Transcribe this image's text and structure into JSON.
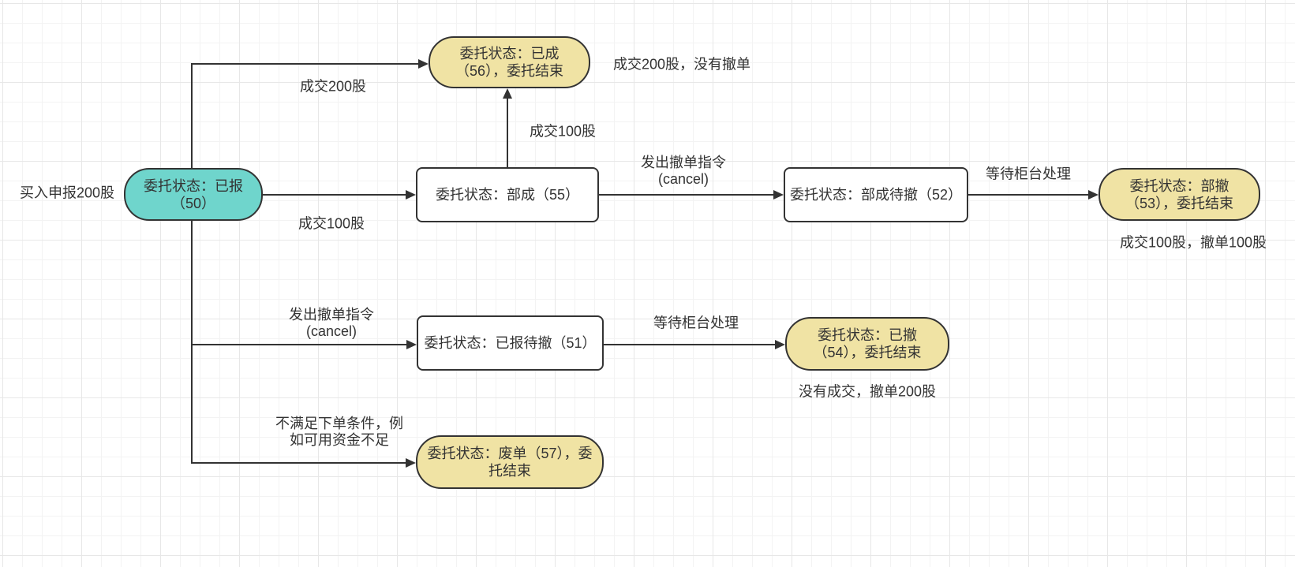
{
  "diagram": {
    "nodes": {
      "reported": {
        "label": "委托状态：已报\n（50）"
      },
      "filled": {
        "label": "委托状态：已成\n（56），委托结束"
      },
      "partial_fill": {
        "label": "委托状态：部成（55）"
      },
      "partial_pending_cancel": {
        "label": "委托状态：部成待撤（52）"
      },
      "partial_cancelled": {
        "label": "委托状态：部撤\n（53），委托结束"
      },
      "reported_pending_cancel": {
        "label": "委托状态：已报待撤（51）"
      },
      "cancelled": {
        "label": "委托状态：已撤\n（54），委托结束"
      },
      "invalid_order": {
        "label": "委托状态：废单（57），委托结束"
      }
    },
    "edge_labels": {
      "buy_declare": "买入申报200股",
      "deal_200": "成交200股",
      "deal_100_right": "成交100股",
      "deal_100_up": "成交100股",
      "cancel_cmd_1": "发出撤单指令\n(cancel)",
      "wait_counter_1": "等待柜台处理",
      "cancel_cmd_2": "发出撤单指令\n(cancel)",
      "wait_counter_2": "等待柜台处理",
      "reject_reason": "不满足下单条件，例\n如可用资金不足"
    },
    "captions": {
      "filled_note": "成交200股，没有撤单",
      "partial_cancel_note": "成交100股，撤单100股",
      "cancelled_note": "没有成交，撤单200股"
    },
    "colors": {
      "node_teal": "#6FD5CC",
      "node_yellow": "#F0E3A4",
      "stroke": "#333333",
      "grid_minor": "#F3F3F3",
      "grid_major": "#E7E7E7"
    }
  }
}
